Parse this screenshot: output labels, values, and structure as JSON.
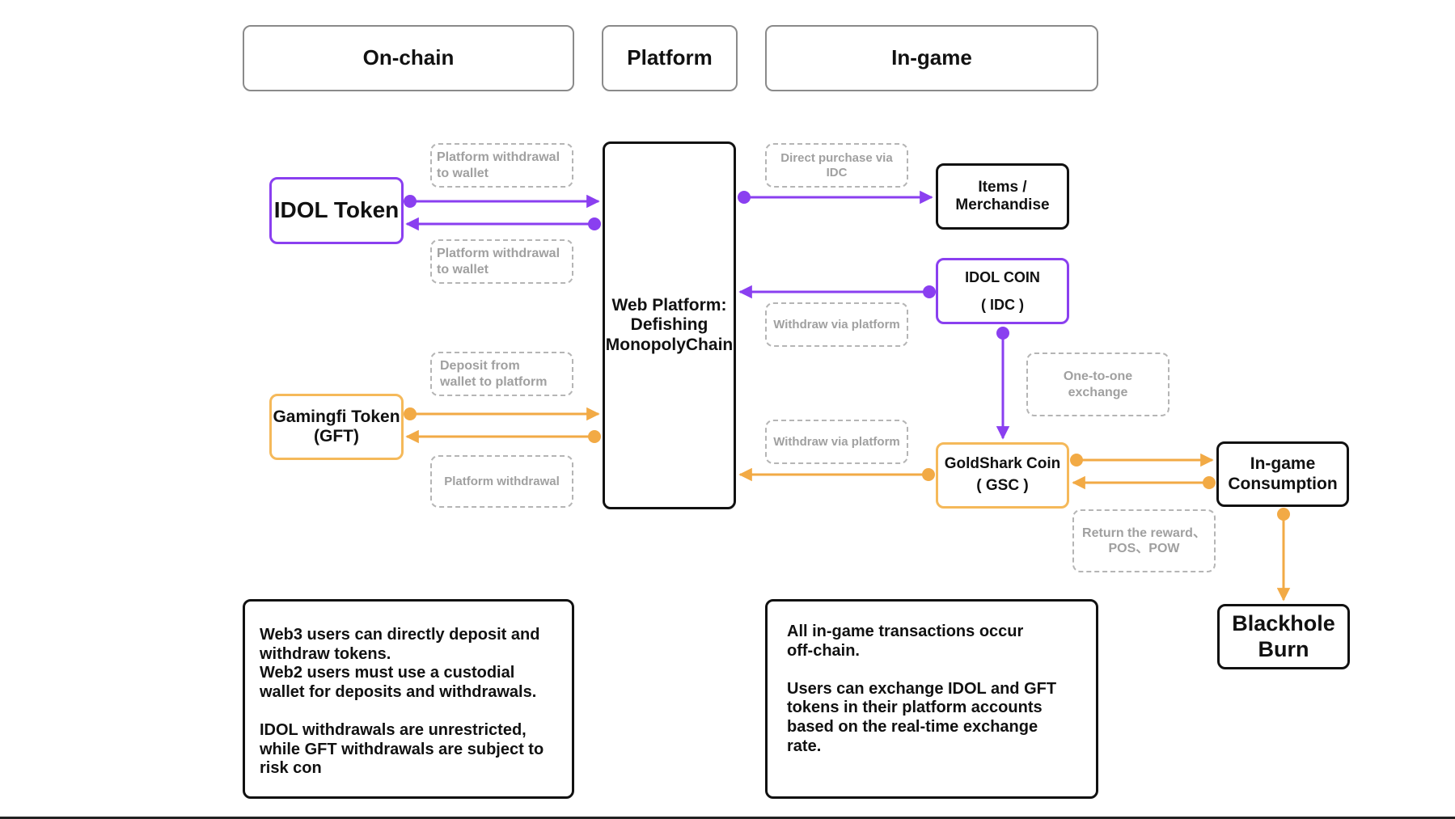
{
  "headers": {
    "onchain": "On-chain",
    "platform": "Platform",
    "ingame": "In-game"
  },
  "nodes": {
    "idol_token": "IDOL Token",
    "web_platform": "Web Platform:\nDefishing\nMonopolyChain",
    "gamingfi_token": "Gamingfi Token\n(GFT)",
    "items": "Items /\nMerchandise",
    "idol_coin": "IDOL  COIN\n( IDC )",
    "goldshark": "GoldShark Coin\n( GSC )",
    "consumption": "In-game\nConsumption",
    "blackhole": "Blackhole\nBurn"
  },
  "labels": {
    "idol_withdraw_top": "Platform withdrawal\nto wallet",
    "idol_withdraw_bottom": "Platform withdrawal\nto wallet",
    "gft_deposit": "Deposit from\nwallet to platform",
    "gft_withdraw": "Platform withdrawal",
    "direct_purchase": "Direct purchase via IDC",
    "idc_withdraw": "Withdraw via platform",
    "gsc_withdraw": "Withdraw via platform",
    "one_to_one": "One-to-one exchange",
    "return_reward": "Return the reward、\nPOS、POW"
  },
  "notes": {
    "left": "Web3 users can directly deposit and\nwithdraw tokens.\nWeb2 users must use a custodial\nwallet for deposits and withdrawals.\n\nIDOL withdrawals are unrestricted,\nwhile GFT withdrawals are subject to\nrisk con",
    "right": "All in-game transactions occur\noff-chain.\n\nUsers can exchange IDOL and GFT\ntokens in their platform accounts\nbased on the real-time exchange\nrate."
  },
  "colors": {
    "purple": "#8a3ff0",
    "orange": "#f2aa45",
    "border_gray": "#8a8a8a",
    "dashed_gray": "#b5b5b5"
  }
}
